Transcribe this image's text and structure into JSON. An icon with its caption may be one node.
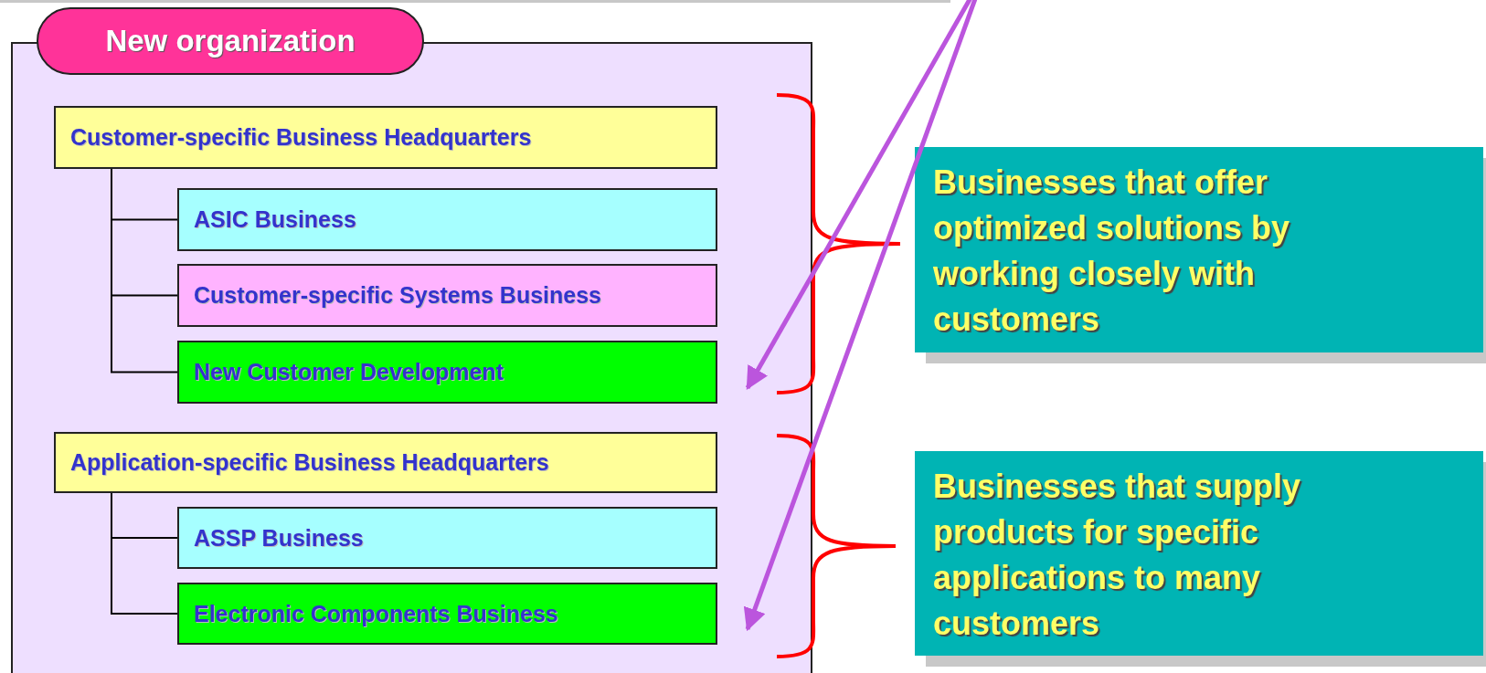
{
  "diagram": {
    "nodes": [
      {
        "text": [
          "New organization"
        ]
      },
      {
        "text": [
          "Customer-specific Business Headquarters"
        ],
        "in": 0
      },
      {
        "text": [
          "ASIC Business"
        ],
        "in": 0
      },
      {
        "text": [
          "Customer-specific Systems Business"
        ],
        "in": 0
      },
      {
        "text": [
          "New Customer Development"
        ],
        "in": 0
      },
      {
        "text": [
          "Application-specific Business Headquarters"
        ],
        "in": 0
      },
      {
        "text": [
          "ASSP Business"
        ],
        "in": 0
      },
      {
        "text": [
          "Electronic Components Business"
        ],
        "in": 0
      },
      {
        "text": [
          "Businesses that offer optimized solutions by working closely with customers"
        ]
      },
      {
        "text": [
          "Businesses that supply products for specific applications to many customers"
        ]
      }
    ],
    "edges": [
      {
        "from": 1,
        "to": 2,
        "arrow": "none"
      },
      {
        "from": 1,
        "to": 3,
        "arrow": "none"
      },
      {
        "from": 1,
        "to": 4,
        "arrow": "none"
      },
      {
        "from": 5,
        "to": 6,
        "arrow": "none"
      },
      {
        "from": 5,
        "to": 7,
        "arrow": "none"
      },
      {
        "from": null,
        "to": 4,
        "arrow": "to",
        "style": "thick",
        "color": "#bb55dd"
      },
      {
        "from": null,
        "to": 7,
        "arrow": "to",
        "style": "thick",
        "color": "#bb55dd"
      }
    ]
  }
}
